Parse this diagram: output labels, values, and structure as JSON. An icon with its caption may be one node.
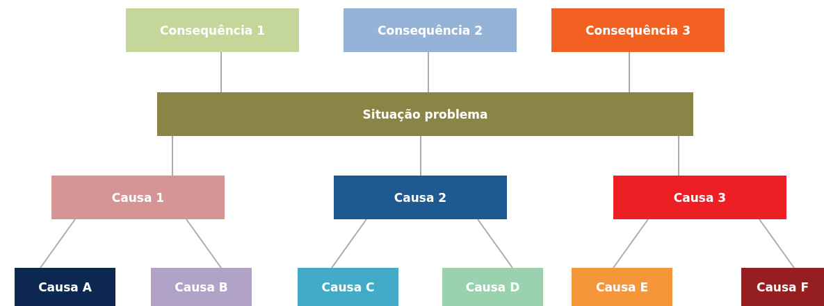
{
  "diagram": {
    "nodes": [
      {
        "text": [
          "Consequência 1"
        ]
      },
      {
        "text": [
          "Consequência 2"
        ]
      },
      {
        "text": [
          "Consequência 3"
        ]
      },
      {
        "text": [
          "Situação problema"
        ]
      },
      {
        "text": [
          "Causa 1"
        ]
      },
      {
        "text": [
          "Causa 2"
        ]
      },
      {
        "text": [
          "Causa 3"
        ]
      },
      {
        "text": [
          "Causa A"
        ]
      },
      {
        "text": [
          "Causa B"
        ]
      },
      {
        "text": [
          "Causa C"
        ]
      },
      {
        "text": [
          "Causa D"
        ]
      },
      {
        "text": [
          "Causa E"
        ]
      },
      {
        "text": [
          "Causa F"
        ]
      }
    ],
    "edges": [
      {
        "from": 3,
        "to": 0,
        "arrow": "none"
      },
      {
        "from": 3,
        "to": 1,
        "arrow": "none"
      },
      {
        "from": 3,
        "to": 2,
        "arrow": "none"
      },
      {
        "from": 3,
        "to": 4,
        "arrow": "none"
      },
      {
        "from": 3,
        "to": 5,
        "arrow": "none"
      },
      {
        "from": 3,
        "to": 6,
        "arrow": "none"
      },
      {
        "from": 4,
        "to": 7,
        "arrow": "none"
      },
      {
        "from": 4,
        "to": 8,
        "arrow": "none"
      },
      {
        "from": 5,
        "to": 9,
        "arrow": "none"
      },
      {
        "from": 5,
        "to": 10,
        "arrow": "none"
      },
      {
        "from": 6,
        "to": 11,
        "arrow": "none"
      },
      {
        "from": 6,
        "to": 12,
        "arrow": "none"
      }
    ]
  }
}
